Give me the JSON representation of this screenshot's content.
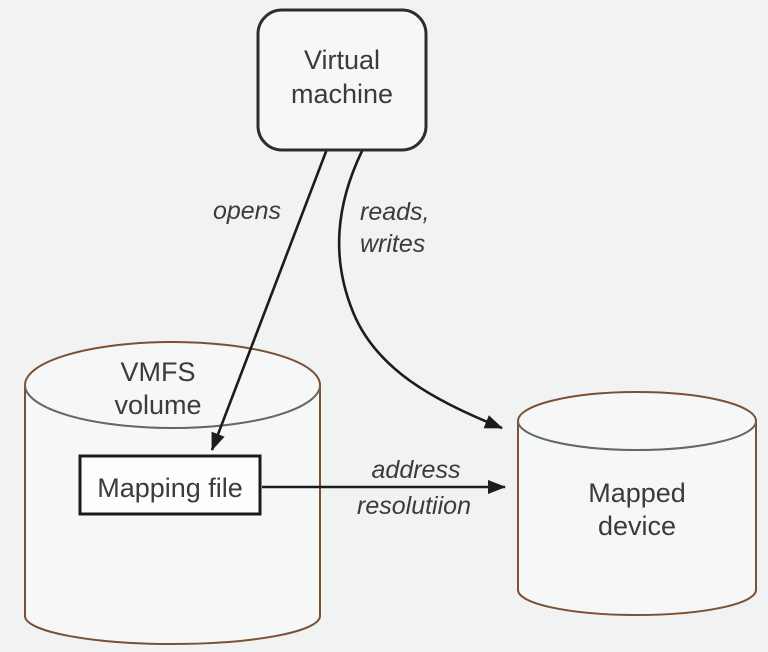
{
  "diagram": {
    "nodes": {
      "virtual_machine": {
        "line1": "Virtual",
        "line2": "machine"
      },
      "vmfs_volume": {
        "line1": "VMFS",
        "line2": "volume"
      },
      "mapping_file": {
        "label": "Mapping file"
      },
      "mapped_device": {
        "line1": "Mapped",
        "line2": "device"
      }
    },
    "edges": {
      "opens": {
        "label": "opens"
      },
      "reads_writes": {
        "line1": "reads,",
        "line2": "writes"
      },
      "address_resolution": {
        "line1": "address",
        "line2": "resolutiion"
      }
    },
    "colors": {
      "background": "#f1f2f2",
      "shape_fill": "#f5f8f6",
      "vm_border": "#2d2d2d",
      "cylinder_border": "#7a5134",
      "cylinder_front_arc": "#5d6e68",
      "mapping_box_border": "#1b1b1b",
      "arrow": "#1c1c1c",
      "text": "#3b3b3b"
    }
  }
}
